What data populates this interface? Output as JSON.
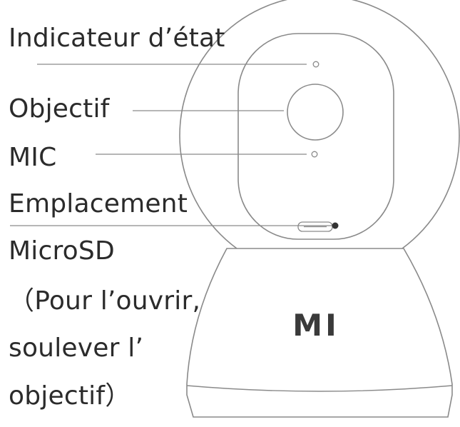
{
  "labels": {
    "status_indicator": "Indicateur d’état",
    "lens": "Objectif",
    "mic": "MIC",
    "microsd_line1": "Emplacement",
    "microsd_line2": "MicroSD",
    "microsd_line3": "（Pour l’ouvrir,",
    "microsd_line4": "soulever l’",
    "microsd_line5": "objectif）"
  },
  "camera": {
    "logo": "MI"
  },
  "colors": {
    "line": "#8a8a8a",
    "text": "#2b2b2b",
    "logo": "#3a3a3a",
    "dot": "#333333"
  }
}
